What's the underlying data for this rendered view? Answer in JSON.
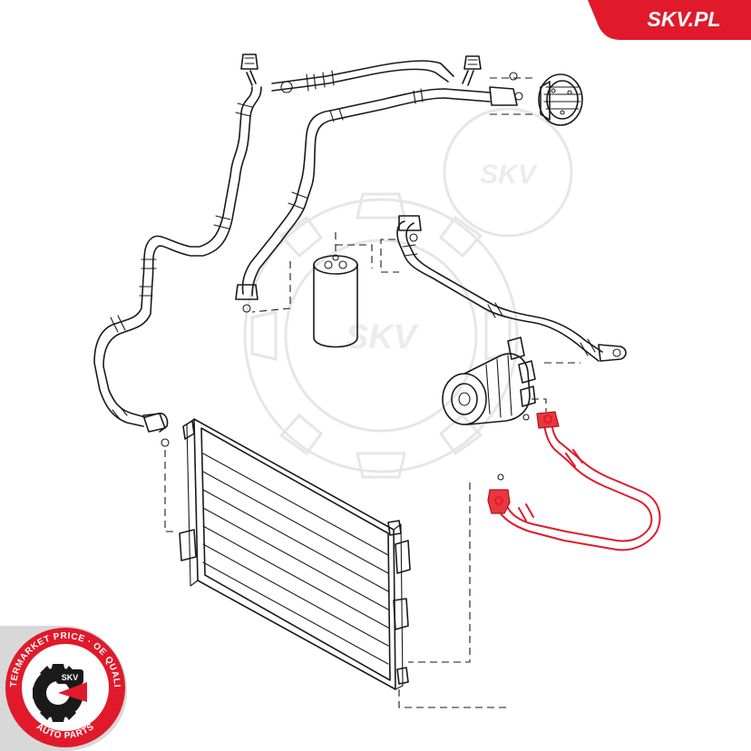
{
  "brand": {
    "corner_logo": "SKV.PL",
    "watermark": "SKV",
    "badge_top": "AFTERMARKET PRICE · OE QUALITY",
    "badge_bottom": "AUTO PARTS",
    "badge_center": "SKV"
  },
  "colors": {
    "brand_red": "#e01a2b",
    "highlight": "#e01a2b",
    "line": "#1a1a1a",
    "watermark": "#e6e6e6"
  },
  "diagram": {
    "highlighted_part": "ac-high-pressure-hose",
    "components": [
      "condenser",
      "compressor",
      "receiver-drier",
      "evaporator-expansion-valve",
      "suction-line",
      "liquid-line",
      "discharge-line",
      "o-ring-seal"
    ]
  }
}
